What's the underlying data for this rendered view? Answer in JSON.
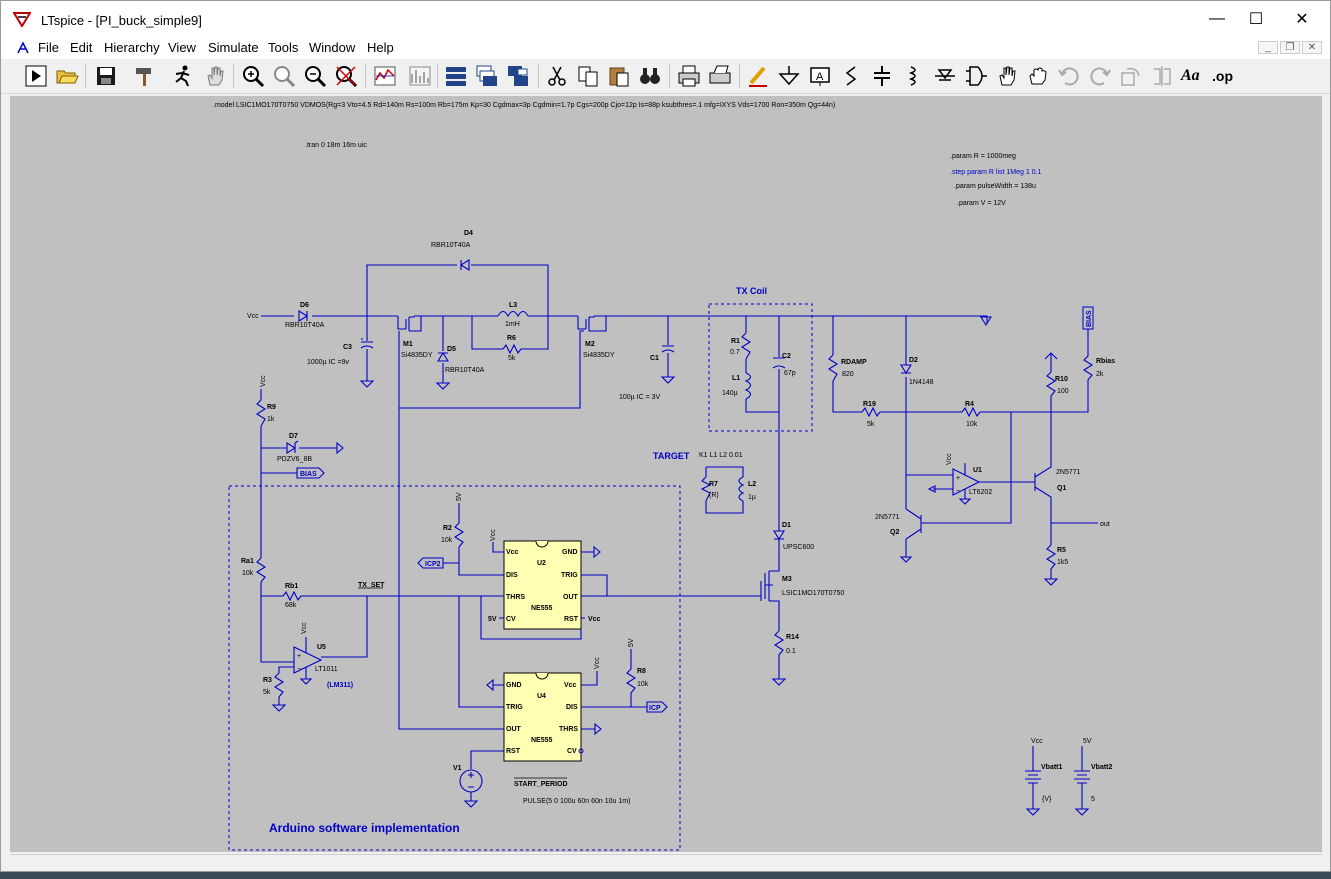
{
  "window": {
    "title": "LTspice - [PI_buck_simple9]",
    "controls": {
      "minimize": "—",
      "maximize": "☐",
      "close": "✕"
    }
  },
  "menu": [
    "File",
    "Edit",
    "Hierarchy",
    "View",
    "Simulate",
    "Tools",
    "Window",
    "Help"
  ],
  "mdi_controls": [
    "_",
    "❐",
    "✕"
  ],
  "toolbar": {
    "icons": [
      "run-icon",
      "open-icon",
      "save-icon",
      "hammer-icon",
      "halt-icon",
      "hand-icon",
      "zoom-in-icon",
      "zoom-pan-icon",
      "zoom-out-icon",
      "zoom-fit-icon",
      "waveform-icon",
      "fft-icon",
      "tile-horizontal-icon",
      "cascade-icon",
      "tile-vertical-icon",
      "cut-icon",
      "copy-icon",
      "paste-icon",
      "find-icon",
      "print-icon",
      "print-setup-icon",
      "draw-wire-icon",
      "ground-icon",
      "label-net-icon",
      "resistor-icon",
      "capacitor-icon",
      "inductor-icon",
      "diode-icon",
      "component-icon",
      "move-icon",
      "drag-icon",
      "undo-icon",
      "redo-icon",
      "rotate-icon",
      "mirror-icon",
      "text-icon",
      "spice-directive-icon"
    ],
    "text_tool": "Aa",
    "op_tool": ".op"
  },
  "schematic": {
    "directives": {
      "model": ".model LSIC1MO170T0750 VDMOS(Rg=3 Vto=4.5 Rd=140m Rs=100m Rb=175m Kp=30 Cgdmax=3p Cgdmin=1.7p Cgs=200p Cjo=12p Is=88p ksubthres=.1 mfg=IXYS Vds=1700 Ron=350m Qg=44n)",
      "tran": ".tran 0 18m 16m uic",
      "param_r": ".param R = 1000meg",
      "step": ".step param R list 1Meg 1 0.1",
      "param_pw": ".param pulseWidth = 138u",
      "param_v": ".param V = 12V",
      "coupling": "K1 L1 L2 0.01",
      "pulse": "PULSE(5 0 100u 60n 60n 10u 1m)"
    },
    "comments": {
      "tx_coil": "TX Coil",
      "target": "TARGET",
      "arduino": "Arduino software implementation",
      "lm311": "(LM311)"
    },
    "components": {
      "d4": {
        "ref": "D4",
        "val": "RBR10T40A"
      },
      "d6": {
        "ref": "D6",
        "val": "RBR10T40A"
      },
      "d5": {
        "ref": "D5",
        "val": "RBR10T40A"
      },
      "c3": {
        "ref": "C3",
        "val": "1000µ IC =9v"
      },
      "m1": {
        "ref": "M1",
        "val": "Si4835DY"
      },
      "m2": {
        "ref": "M2",
        "val": "Si4835DY"
      },
      "l3": {
        "ref": "L3",
        "val": "1mH"
      },
      "r6": {
        "ref": "R6",
        "val": "5k"
      },
      "c1": {
        "ref": "C1",
        "val": "100µ IC = 3V"
      },
      "r1": {
        "ref": "R1",
        "val": "0.7"
      },
      "l1": {
        "ref": "L1",
        "val": "140µ"
      },
      "c2": {
        "ref": "C2",
        "val": "67p"
      },
      "rdamp": {
        "ref": "RDAMP",
        "val": "820"
      },
      "d2": {
        "ref": "D2",
        "val": "1N4148"
      },
      "r19": {
        "ref": "R19",
        "val": "5k"
      },
      "r4": {
        "ref": "R4",
        "val": "10k"
      },
      "r10": {
        "ref": "R10",
        "val": "100"
      },
      "rbias": {
        "ref": "Rbias",
        "val": "2k"
      },
      "u1": {
        "ref": "U1",
        "val": "LT6202"
      },
      "q1": {
        "ref": "Q1",
        "val": "2N5771"
      },
      "q2": {
        "ref": "Q2",
        "val": "2N5771"
      },
      "r5": {
        "ref": "R5",
        "val": "1k5"
      },
      "r9": {
        "ref": "R9",
        "val": "1k"
      },
      "d7": {
        "ref": "D7",
        "val": "PDZV6_8B"
      },
      "r7": {
        "ref": "R7",
        "val": "(R)"
      },
      "l2": {
        "ref": "L2",
        "val": "1µ"
      },
      "d1": {
        "ref": "D1",
        "val": "UPSC600"
      },
      "m3": {
        "ref": "M3",
        "val": "LSIC1MO170T0750"
      },
      "r14": {
        "ref": "R14",
        "val": "0.1"
      },
      "r2": {
        "ref": "R2",
        "val": "10k"
      },
      "u2": {
        "ref": "U2",
        "val": "NE555"
      },
      "ra1": {
        "ref": "Ra1",
        "val": "10k"
      },
      "rb1": {
        "ref": "Rb1",
        "val": "68k"
      },
      "u5": {
        "ref": "U5",
        "val": "LT1011"
      },
      "r3": {
        "ref": "R3",
        "val": "5k"
      },
      "u4": {
        "ref": "U4",
        "val": "NE555"
      },
      "r8": {
        "ref": "R8",
        "val": "10k"
      },
      "v1": {
        "ref": "V1"
      },
      "vbatt1": {
        "ref": "Vbatt1",
        "val": "{V}"
      },
      "vbatt2": {
        "ref": "Vbatt2",
        "val": "5"
      }
    },
    "ic_pins": {
      "u2": {
        "vcc": "Vcc",
        "gnd": "GND",
        "dis": "DIS",
        "trig": "TRIG",
        "thrs": "THRS",
        "out": "OUT",
        "cv": "CV",
        "rst": "RST"
      },
      "u4": {
        "gnd": "GND",
        "vcc": "Vcc",
        "trig": "TRIG",
        "dis": "DIS",
        "out": "OUT",
        "thrs": "THRS",
        "rst": "RST",
        "cv": "CV"
      }
    },
    "nets": {
      "vcc": "Vcc",
      "v5": "5V",
      "bias": "BIAS",
      "icp": "ICP",
      "icp2": "ICP2",
      "tx_set": "TX_SET",
      "start_period": "START_PERIOD",
      "out": "out"
    },
    "colors": {
      "background": "#c0c0c0",
      "wire": "#0000c8",
      "ic_fill": "#ffffb4",
      "blue_text": "#0000c8"
    }
  }
}
